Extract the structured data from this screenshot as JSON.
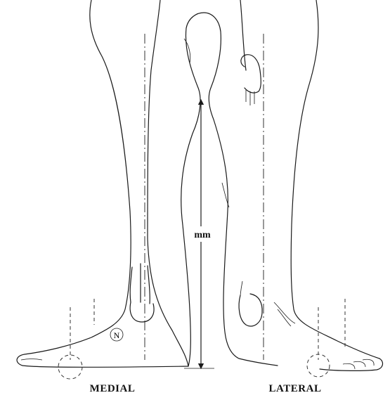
{
  "figure": {
    "left_caption": "MEDIAL",
    "right_caption": "LATERAL",
    "measure_label": "mm",
    "nerve_marker": "N"
  }
}
